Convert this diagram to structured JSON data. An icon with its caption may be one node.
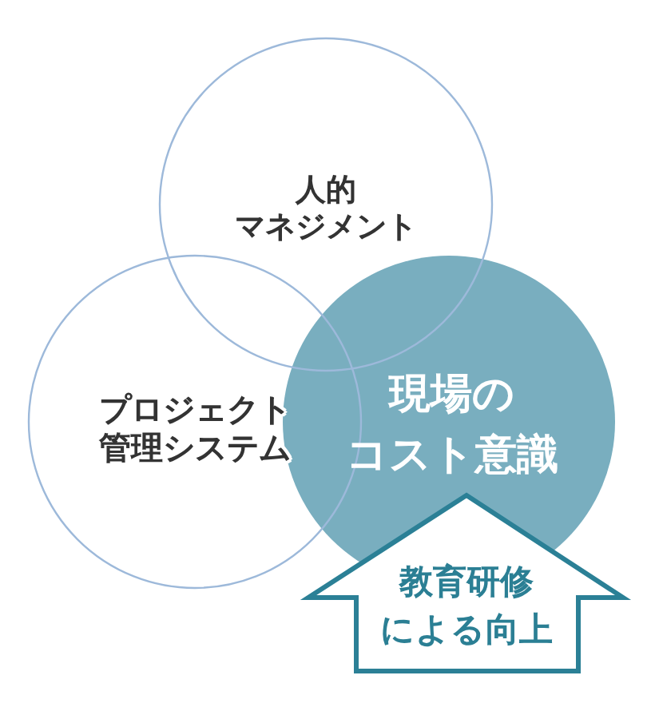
{
  "diagram": {
    "nodes": [
      {
        "text": [
          "人的マネジメント"
        ]
      },
      {
        "text": [
          "プロジェクト管理システム"
        ]
      },
      {
        "text": [
          "現場のコスト意識"
        ]
      },
      {
        "text": [
          "教育研修による向上"
        ]
      }
    ]
  }
}
